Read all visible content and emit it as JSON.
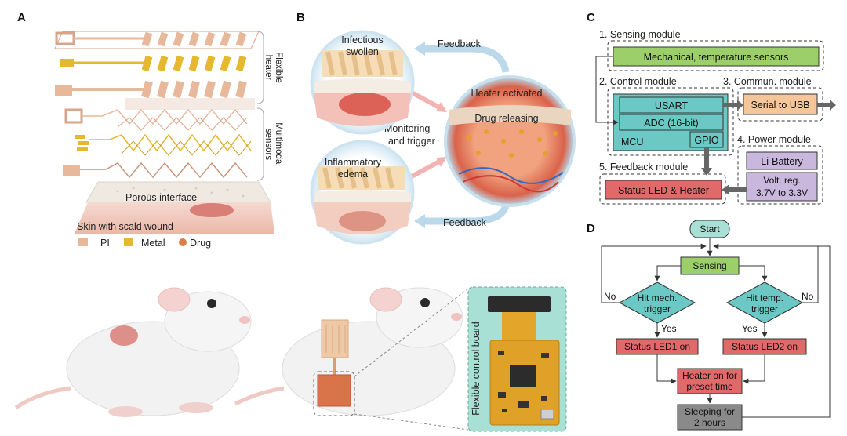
{
  "panels": {
    "a": "A",
    "b": "B",
    "c": "C",
    "d": "D"
  },
  "panel_a": {
    "flexible_heater": [
      "Flexible",
      "heater"
    ],
    "multimodal_sensors": [
      "Multimodal",
      "sensors"
    ],
    "porous_interface": "Porous interface",
    "skin": "Skin with scald wound",
    "legend": {
      "pi": "PI",
      "metal": "Metal",
      "drug": "Drug"
    }
  },
  "panel_b": {
    "infectious": [
      "Infectious",
      "swollen"
    ],
    "inflammatory": [
      "Inflammatory",
      "edema"
    ],
    "feedback_top": "Feedback",
    "feedback_bottom": "Feedback",
    "monitoring": [
      "Monitoring",
      "and trigger"
    ],
    "heater_activated": "Heater activated",
    "drug_releasing": "Drug releasing",
    "board_label": "Flexible control board"
  },
  "panel_c": {
    "sensing_module": "1. Sensing module",
    "sensors": "Mechanical, temperature sensors",
    "control_module": "2. Control module",
    "commun_module": "3. Commun. module",
    "usart": "USART",
    "serial": "Serial to USB",
    "adc": "ADC (16-bit)",
    "mcu": "MCU",
    "gpio": "GPIO",
    "power_module": "4. Power module",
    "feedback_module": "5. Feedback module",
    "battery": "Li-Battery",
    "volt": [
      "Volt. reg.",
      "3.7V to 3.3V"
    ],
    "status_heater": "Status LED & Heater"
  },
  "panel_d": {
    "start": "Start",
    "sensing": "Sensing",
    "hit_mech": [
      "Hit mech.",
      "trigger"
    ],
    "hit_temp": [
      "Hit temp.",
      "trigger"
    ],
    "no_left": "No",
    "no_right": "No",
    "yes_left": "Yes",
    "yes_right": "Yes",
    "led1": "Status LED1 on",
    "led2": "Status LED2 on",
    "heater_on": [
      "Heater on for",
      "preset time"
    ],
    "sleeping": [
      "Sleeping for",
      "2 hours"
    ]
  },
  "colors": {
    "pi": "#e8b89a",
    "metal": "#e6b830",
    "drug": "#d9804a",
    "sensing_green": "#9ccf6a",
    "usart_teal": "#6cc8c4",
    "serial_orange": "#f4c69a",
    "power_purple": "#c9b7de",
    "status_red": "#e06a6a",
    "sleep_grey": "#8a8a8a",
    "board_bg": "#a8e0d6"
  }
}
